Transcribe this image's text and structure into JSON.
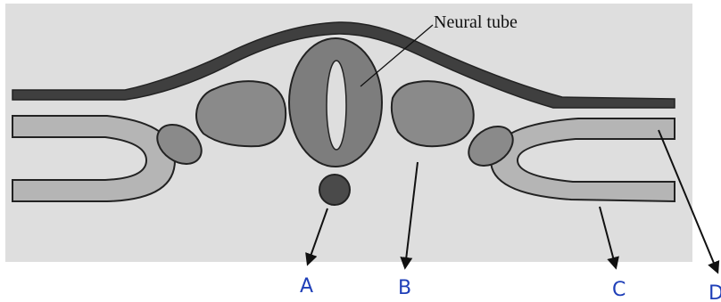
{
  "diagram": {
    "callout_label": "Neural tube",
    "pointer_labels": [
      "A",
      "B",
      "C",
      "D"
    ],
    "colors": {
      "panel_background": "#dedede",
      "ectoderm": "#3f3f3f",
      "neural_tube": "#7d7d7d",
      "somite": "#8a8a8a",
      "notochord": "#4a4a4a",
      "mesoderm_fold": "#b5b5b5",
      "outline": "#222222",
      "handwriting": "#1f3fb8"
    }
  }
}
